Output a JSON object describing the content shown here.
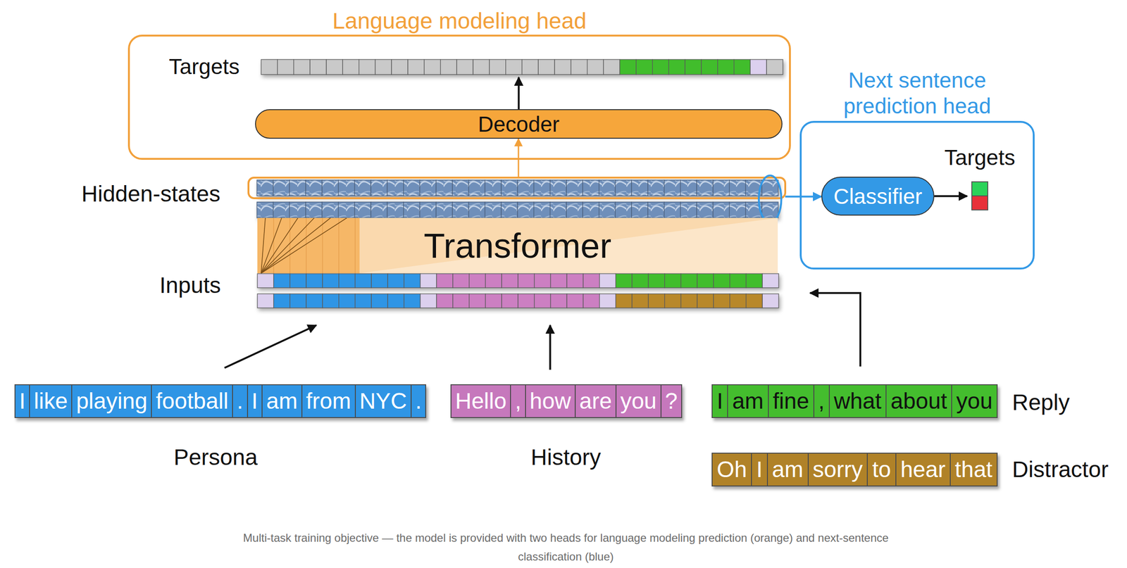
{
  "diagram": {
    "caption": "Multi-task training objective — the model is provided with two heads for language modeling prediction (orange) and next-sentence classification (blue)",
    "nodes": [
      {
        "text": [
          "Language modeling head"
        ]
      },
      {
        "text": [
          "Targets"
        ],
        "in": 0
      },
      {
        "text": [
          "Decoder"
        ],
        "in": 0
      },
      {
        "text": [
          "Next sentence prediction head"
        ]
      },
      {
        "text": [
          "Targets"
        ],
        "in": 3
      },
      {
        "text": [
          "Classifier"
        ],
        "in": 3
      },
      {
        "text": [
          "Hidden-states"
        ]
      },
      {
        "text": [
          "Transformer"
        ]
      },
      {
        "text": [
          "Inputs"
        ]
      },
      {
        "text": [
          "I",
          "like",
          "playing",
          "football",
          ".",
          "I",
          "am",
          "from",
          "NYC",
          "."
        ]
      },
      {
        "text": [
          "Hello",
          ",",
          "how",
          "are",
          "you",
          "?"
        ]
      },
      {
        "text": [
          "I",
          "am",
          "fine",
          ",",
          "what",
          "about",
          "you"
        ]
      },
      {
        "text": [
          "Oh",
          "I",
          "am",
          "sorry",
          "to",
          "hear",
          "that"
        ]
      }
    ],
    "edges": [
      {
        "from": 6,
        "to": 2,
        "arrow": "to"
      },
      {
        "from": 2,
        "to": 1,
        "arrow": "to"
      },
      {
        "from": 6,
        "to": 5,
        "arrow": "to"
      },
      {
        "from": 5,
        "to": 4,
        "arrow": "to"
      },
      {
        "from": 9,
        "to": 8,
        "arrow": "to"
      },
      {
        "from": 10,
        "to": 8,
        "arrow": "to"
      },
      {
        "from": 11,
        "to": 8,
        "arrow": "to"
      }
    ],
    "labels": [
      "Persona",
      "History",
      "Reply",
      "Distractor"
    ]
  }
}
